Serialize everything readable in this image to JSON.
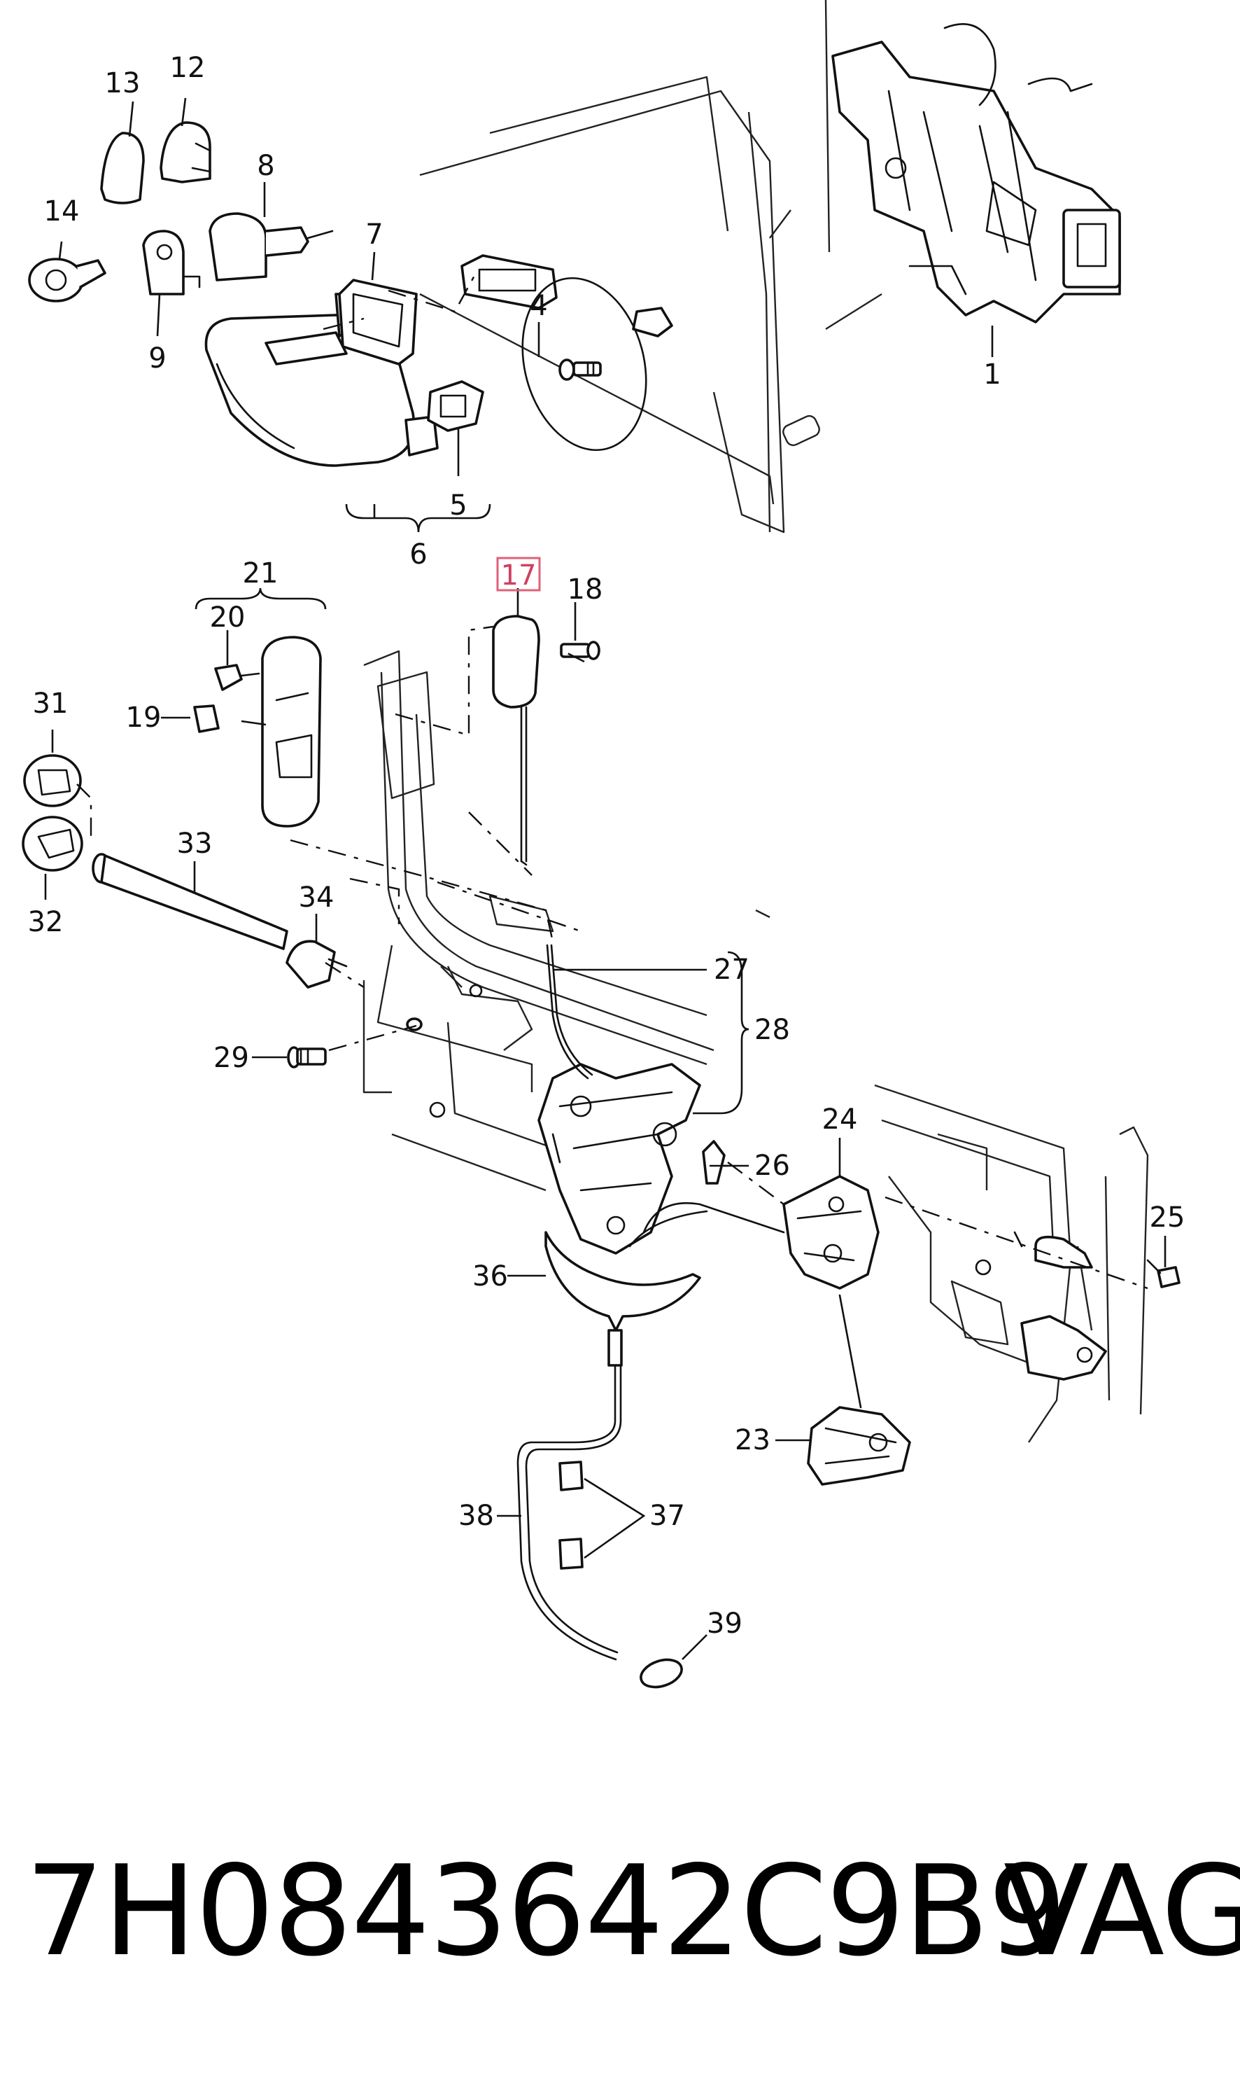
{
  "diagram": {
    "callouts": [
      {
        "id": "13",
        "label": "13"
      },
      {
        "id": "12",
        "label": "12"
      },
      {
        "id": "8",
        "label": "8"
      },
      {
        "id": "14",
        "label": "14"
      },
      {
        "id": "7",
        "label": "7"
      },
      {
        "id": "9",
        "label": "9"
      },
      {
        "id": "4",
        "label": "4"
      },
      {
        "id": "1",
        "label": "1"
      },
      {
        "id": "5",
        "label": "5"
      },
      {
        "id": "6",
        "label": "6"
      },
      {
        "id": "21",
        "label": "21"
      },
      {
        "id": "20",
        "label": "20"
      },
      {
        "id": "17",
        "label": "17",
        "highlighted": true
      },
      {
        "id": "18",
        "label": "18"
      },
      {
        "id": "31",
        "label": "31"
      },
      {
        "id": "19",
        "label": "19"
      },
      {
        "id": "33",
        "label": "33"
      },
      {
        "id": "32",
        "label": "32"
      },
      {
        "id": "34",
        "label": "34"
      },
      {
        "id": "27",
        "label": "27"
      },
      {
        "id": "28",
        "label": "28"
      },
      {
        "id": "29",
        "label": "29"
      },
      {
        "id": "24",
        "label": "24"
      },
      {
        "id": "26",
        "label": "26"
      },
      {
        "id": "25",
        "label": "25"
      },
      {
        "id": "36",
        "label": "36"
      },
      {
        "id": "23",
        "label": "23"
      },
      {
        "id": "38",
        "label": "38"
      },
      {
        "id": "37",
        "label": "37"
      },
      {
        "id": "39",
        "label": "39"
      }
    ],
    "highlight_color": "#e0607a"
  },
  "footer": {
    "part_number": "7H0843642C9B9",
    "brand": "VAG"
  }
}
